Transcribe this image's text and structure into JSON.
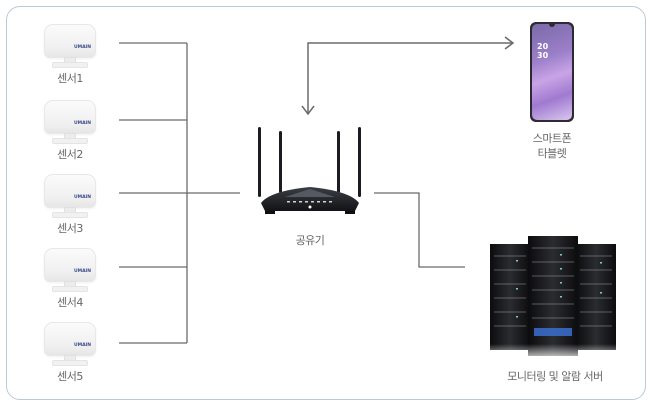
{
  "diagram": {
    "title": "",
    "nodes": {
      "sensors": [
        {
          "label": "센서1",
          "brand": "UMAIN"
        },
        {
          "label": "센서2",
          "brand": "UMAIN"
        },
        {
          "label": "센서3",
          "brand": "UMAIN"
        },
        {
          "label": "센서4",
          "brand": "UMAIN"
        },
        {
          "label": "센서5",
          "brand": "UMAIN"
        }
      ],
      "router": {
        "label": "공유기"
      },
      "mobile": {
        "label_line1": "스마트폰",
        "label_line2": "타블렛",
        "screen_time_hour": "20",
        "screen_time_min": "30"
      },
      "server": {
        "label": "모니터링 및 알람 서버"
      }
    },
    "edges": [
      {
        "from": "sensors",
        "to": "router",
        "type": "bus-line"
      },
      {
        "from": "router",
        "to": "mobile",
        "type": "bidirectional-arrow"
      },
      {
        "from": "router",
        "to": "server",
        "type": "line"
      }
    ],
    "colors": {
      "line": "#6b6b6b",
      "frame_border": "#b9cad8",
      "label_text": "#666666",
      "sensor_brand": "#3a4a8a"
    }
  }
}
